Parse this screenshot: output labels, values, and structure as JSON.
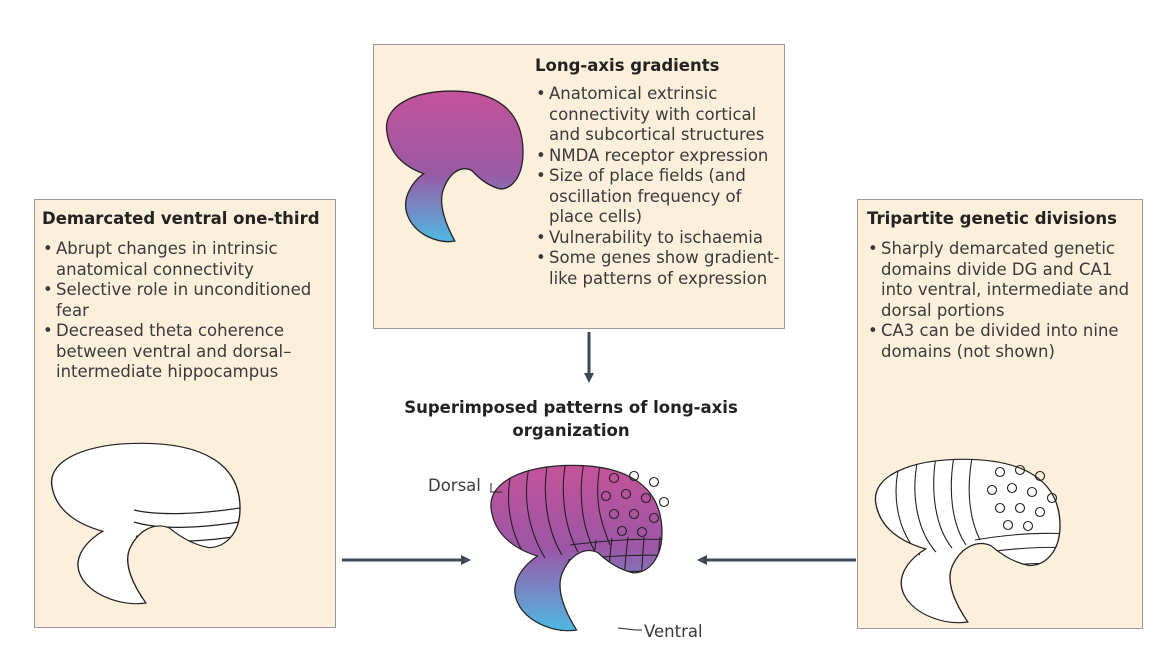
{
  "long_axis": {
    "title": "Long-axis gradients",
    "bullets": [
      "Anatomical extrinsic connectivity with cortical and subcortical structures",
      "NMDA receptor expression",
      "Size of place fields (and oscillation frequency of place cells)",
      "Vulnerability to ischaemia",
      "Some genes show gradient-like patterns of expression"
    ]
  },
  "ventral_third": {
    "title": "Demarcated ventral one-third",
    "bullets": [
      "Abrupt changes in intrinsic anatomical connectivity",
      "Selective role in unconditioned fear",
      "Decreased theta coherence between ventral and dorsal–intermediate hippocampus"
    ]
  },
  "tripartite": {
    "title": "Tripartite genetic divisions",
    "bullets": [
      "Sharply demarcated genetic domains divide DG and CA1 into ventral, intermediate and dorsal portions",
      "CA3 can be divided into nine domains (not shown)"
    ]
  },
  "center": {
    "title": "Superimposed patterns of long-axis organization",
    "dorsal_label": "Dorsal",
    "ventral_label": "Ventral"
  },
  "colors": {
    "gradient_top": "#c4539a",
    "gradient_mid": "#9a5aa5",
    "gradient_bottom": "#4fb8e3",
    "box_fill": "#fcefdc",
    "arrow": "#3d4a56"
  }
}
